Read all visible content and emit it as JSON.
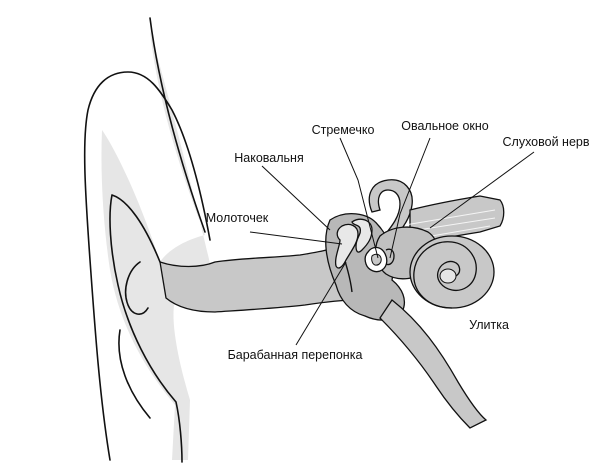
{
  "labels": {
    "stapes": "Стремечко",
    "oval_window": "Овальное окно",
    "incus": "Наковальня",
    "auditory_nerve": "Слуховой нерв",
    "malleus": "Молоточек",
    "cochlea": "Улитка",
    "eardrum": "Барабанная перепонка"
  },
  "colors": {
    "fill": "#c8c8c8",
    "fill_dark": "#b3b3b3",
    "fill_light": "#e6e6e6",
    "stroke": "#111111"
  }
}
